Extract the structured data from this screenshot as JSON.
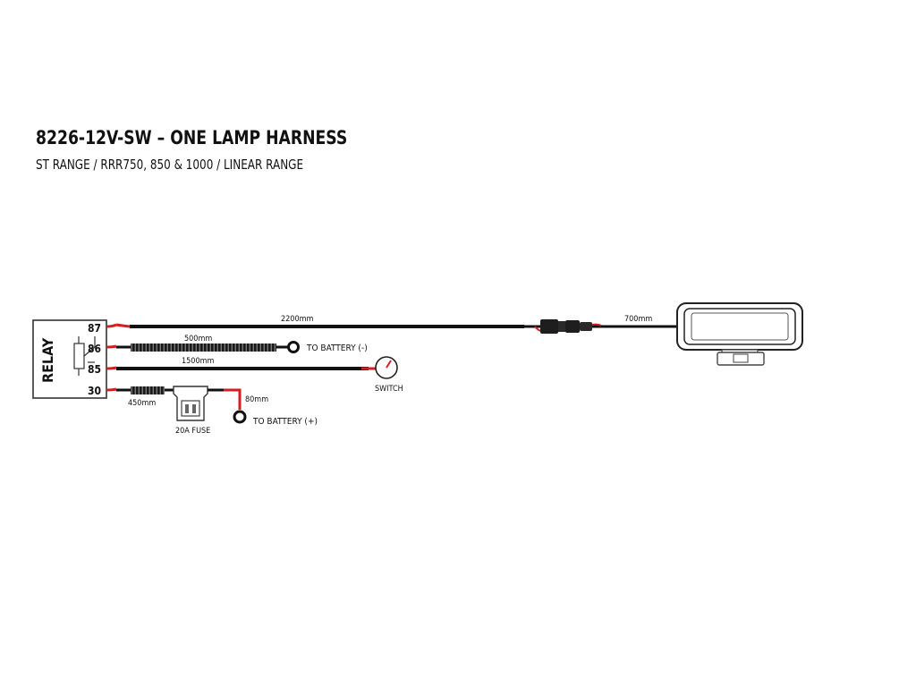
{
  "header": {
    "title": "8226-12V-SW – ONE LAMP HARNESS",
    "subtitle": "ST RANGE / RRR750, 850 & 1000 / LINEAR RANGE"
  },
  "relay": {
    "label": "RELAY",
    "pins": [
      "87",
      "86",
      "85",
      "30"
    ]
  },
  "wires": {
    "w87_length": "2200mm",
    "w86_length": "500mm",
    "w85_length": "1500mm",
    "w30_length": "450mm",
    "lamp_length": "700mm",
    "fuse_out_length": "80mm"
  },
  "components": {
    "battery_neg": "TO BATTERY (-)",
    "battery_pos": "TO BATTERY (+)",
    "switch": "SWITCH",
    "fuse": "20A FUSE"
  },
  "colors": {
    "wire": "#111111",
    "positive": "#d31f1f",
    "relay_fill": "#ffffff"
  }
}
